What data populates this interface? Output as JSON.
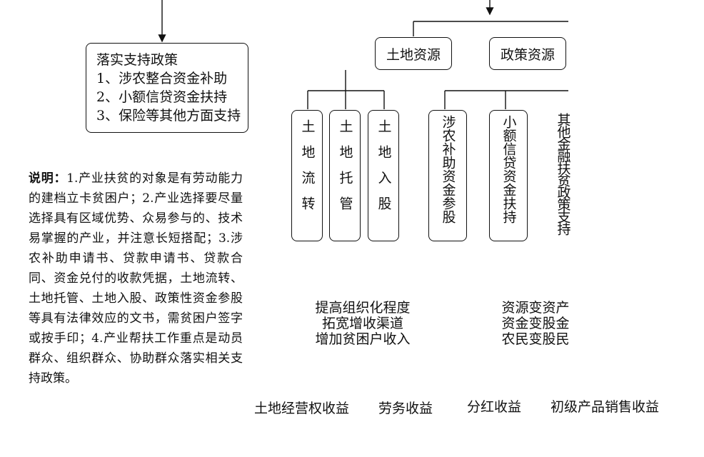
{
  "policy_box": {
    "title": "落实支持政策",
    "items": [
      "1、涉农整合资金补助",
      "2、小额信贷资金扶持",
      "3、保险等其他方面支持"
    ]
  },
  "land_resources": "土地资源",
  "policy_resources": "政策资源",
  "land_children": [
    "土地流转",
    "土地托管",
    "土地入股"
  ],
  "policy_children": [
    "涉农补助资金参股",
    "小额信贷资金扶持",
    "其他金融扶贫政策支持"
  ],
  "note": {
    "label": "说明：",
    "text": "1.产业扶贫的对象是有劳动能力的建档立卡贫困户；2.产业选择要尽量选择具有区域优势、众易参与的、技术易掌握的产业，并注意长短搭配；3.涉农补助申请书、贷款申请书、贷款合同、资金兑付的收款凭据，土地流转、土地托管、土地入股、政策性资金参股等具有法律效应的文书，需贫困户签字或按手印；4.产业帮扶工作重点是动员群众、组织群众、协助群众落实相关支持政策。"
  },
  "outcomes_left": [
    "提高组织化程度",
    "拓宽增收渠道",
    "增加贫困户收入"
  ],
  "outcomes_right": [
    "资源变资产",
    "资金变股金",
    "农民变股民"
  ],
  "income_types": [
    "土地经营权收益",
    "劳务收益",
    "分红收益",
    "初级产品销售收益"
  ]
}
